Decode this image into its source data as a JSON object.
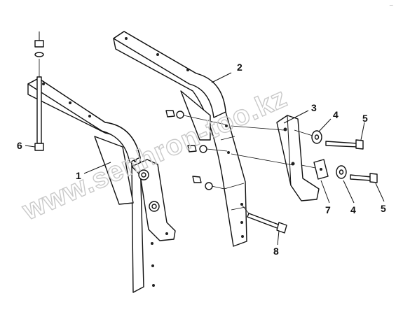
{
  "watermark": "www.senhron-too.kz",
  "corner_mark": "~",
  "callouts": {
    "c1": "1",
    "c2": "2",
    "c3": "3",
    "c4a": "4",
    "c4b": "4",
    "c5a": "5",
    "c5b": "5",
    "c6": "6",
    "c7": "7",
    "c8": "8"
  }
}
